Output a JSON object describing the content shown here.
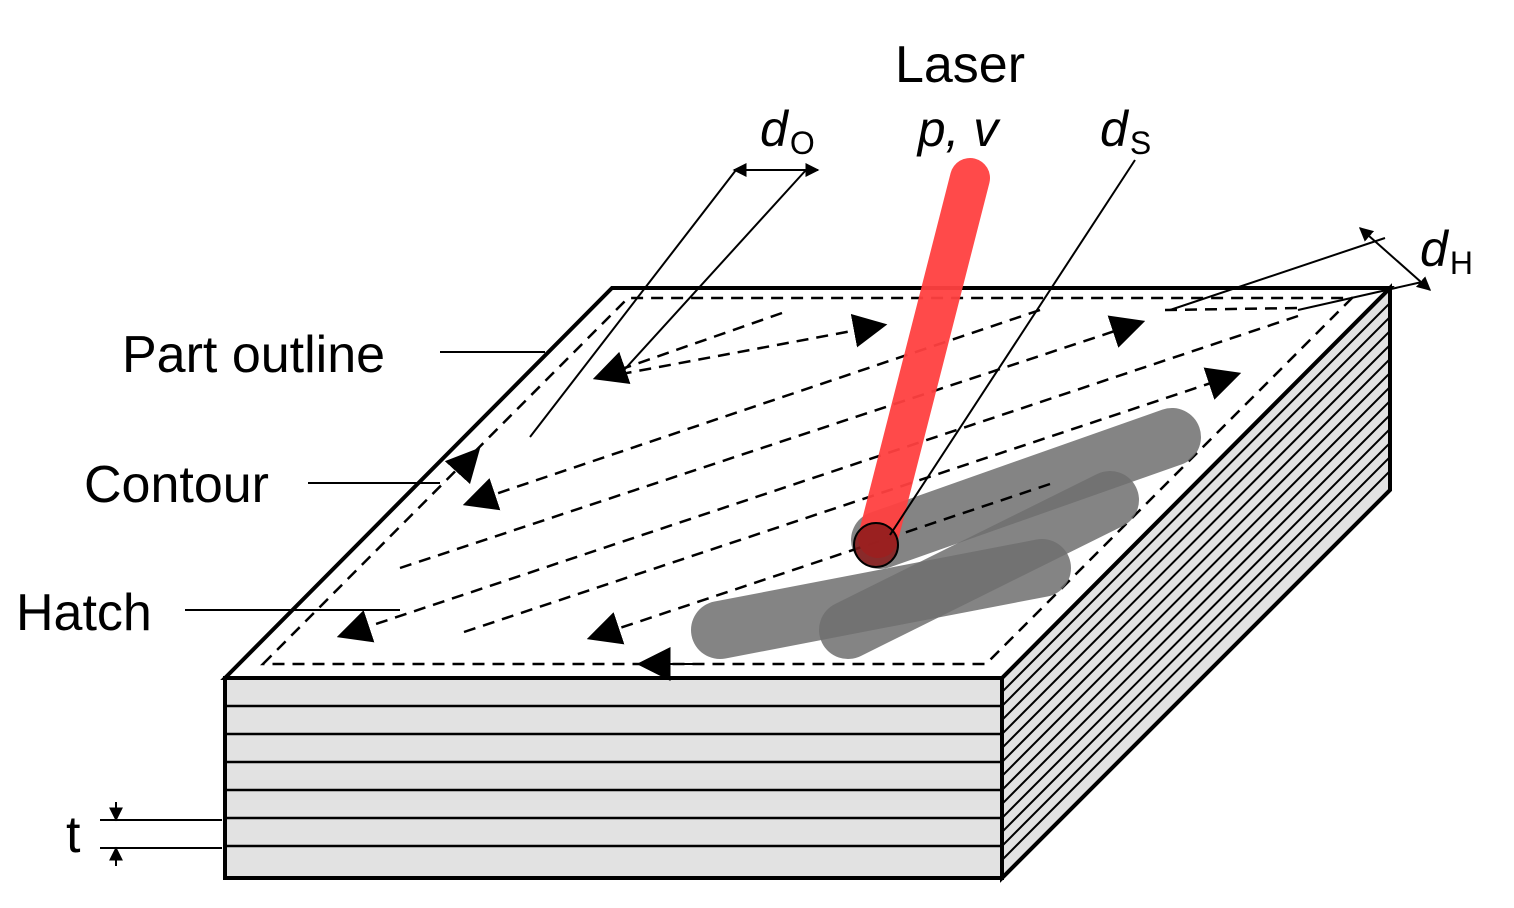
{
  "labels": {
    "laser": "Laser",
    "laser_params": "p, v",
    "part_outline": "Part outline",
    "contour": "Contour",
    "hatch": "Hatch",
    "layer_thickness": "t"
  },
  "symbols": {
    "d_o": {
      "main": "d",
      "sub": "O"
    },
    "d_s": {
      "main": "d",
      "sub": "S"
    },
    "d_h": {
      "main": "d",
      "sub": "H"
    }
  },
  "colors": {
    "laser": "#ff4040",
    "laser_spot": "#8a1a1a",
    "melt_track": "#6e6e6e",
    "layer_fill": "#e2e2e2",
    "outline": "#000000"
  }
}
